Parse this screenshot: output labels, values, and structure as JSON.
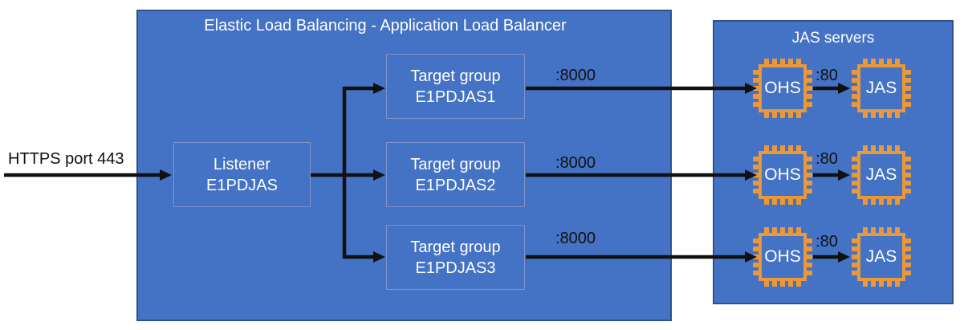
{
  "external": {
    "https_label": "HTTPS port 443"
  },
  "elb": {
    "title": "Elastic Load Balancing - Application Load Balancer",
    "listener": {
      "line1": "Listener",
      "line2": "E1PDJAS"
    },
    "target_groups": [
      {
        "line1": "Target group",
        "line2": "E1PDJAS1",
        "port_label": ":8000"
      },
      {
        "line1": "Target group",
        "line2": "E1PDJAS2",
        "port_label": ":8000"
      },
      {
        "line1": "Target group",
        "line2": "E1PDJAS3",
        "port_label": ":8000"
      }
    ]
  },
  "jas": {
    "title": "JAS servers",
    "rows": [
      {
        "ohs_label": "OHS",
        "port_label": ":80",
        "jas_label": "JAS"
      },
      {
        "ohs_label": "OHS",
        "port_label": ":80",
        "jas_label": "JAS"
      },
      {
        "ohs_label": "OHS",
        "port_label": ":80",
        "jas_label": "JAS"
      }
    ]
  },
  "colors": {
    "box_fill": "#4472C4",
    "outer_border": "#2F528F",
    "inner_border": "#8093C9",
    "chip_orange": "#EA9838",
    "arrow_black": "#111111",
    "text_white": "#FFFFFF"
  }
}
